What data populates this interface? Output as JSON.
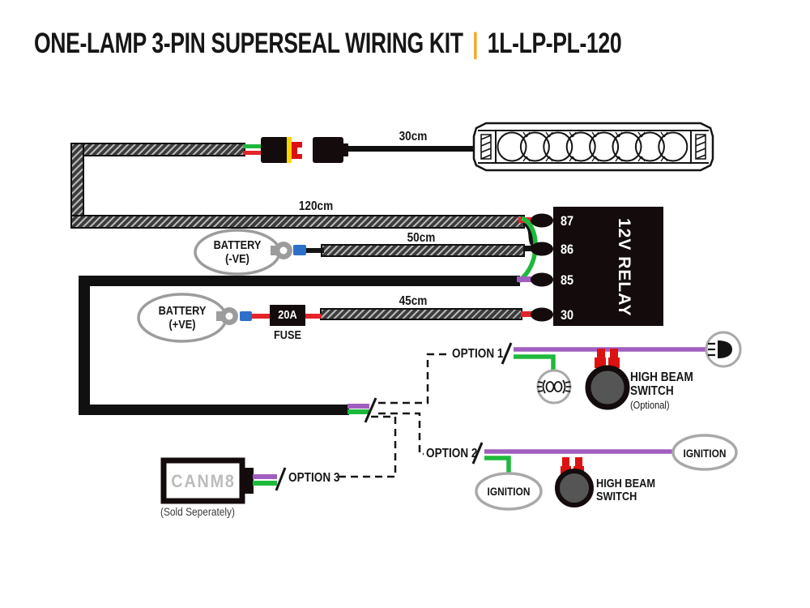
{
  "header": {
    "title": "ONE-LAMP 3-PIN SUPERSEAL WIRING KIT",
    "separator": "|",
    "sku": "1L-LP-PL-120"
  },
  "colors": {
    "accent_orange": "#F5A81C",
    "wire_green": "#1EB93C",
    "wire_red": "#E3242B",
    "wire_purple": "#A05FBE",
    "terminal_blue": "#2E6FC9",
    "outline_gray": "#9C9C9C",
    "component_black": "#140C0C"
  },
  "cables": {
    "lamp_pigtail_length": "30cm",
    "relay_cable_length": "120cm",
    "ground_cable_length": "50cm",
    "power_cable_length": "45cm"
  },
  "battery_negative": {
    "line1": "BATTERY",
    "line2": "(-VE)"
  },
  "battery_positive": {
    "line1": "BATTERY",
    "line2": "(+VE)"
  },
  "fuse": {
    "rating": "20A",
    "label": "FUSE"
  },
  "relay": {
    "label": "12V RELAY",
    "pins": [
      "87",
      "86",
      "85",
      "30"
    ]
  },
  "option1": {
    "label": "OPTION 1",
    "switch_line1": "HIGH BEAM",
    "switch_line2": "SWITCH",
    "switch_note": "(Optional)",
    "left_icon": "position-light-icon",
    "right_icon": "high-beam-icon"
  },
  "option2": {
    "label": "OPTION 2",
    "ignition_left": "IGNITION",
    "switch_line1": "HIGH BEAM",
    "switch_line2": "SWITCH",
    "ignition_right": "IGNITION"
  },
  "option3": {
    "label": "OPTION 3",
    "module": "CANM8",
    "note": "(Sold Seperately)"
  }
}
